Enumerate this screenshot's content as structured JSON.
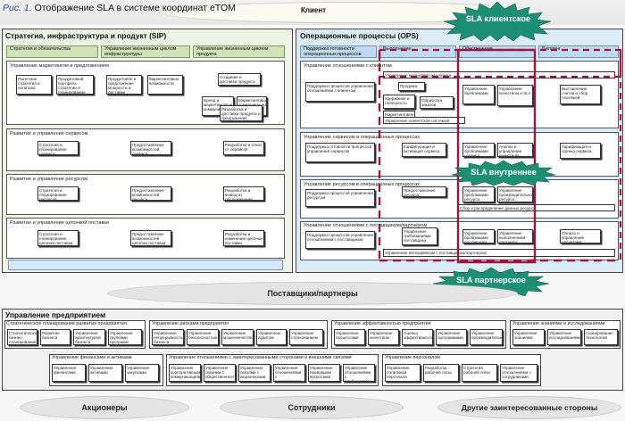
{
  "header": {
    "figure_label": "Рис. 1.",
    "title": "Отображение  SLA в системе координат eTOM",
    "client_label": "Клиент"
  },
  "sla_labels": {
    "client": "SLA клиентское",
    "internal": "SLA внутреннее",
    "partner": "SLA партнерское"
  },
  "sip": {
    "title": "Стратегия, инфраструктура и продукт (SIP)",
    "columns": [
      "Стратегия и обязательства",
      "Управление жизненным циклом инфраструктуры",
      "Управление жизненным циклом продукта"
    ],
    "rows": [
      {
        "label": "Управление маркетингом и предложением",
        "boxes": [
          "Рыночная стратегия и политика",
          "Продуктовый портфель стратегии и планирование",
          "Продуктовое и предложение мощности и доставки",
          "Маркетинговые возможности",
          "Бренд и маркетинговые коммуникации",
          "Маркетинговые коммуникации и продвижение",
          "Разработка и доставка продукта и предложения",
          "Создание и доставка продукта"
        ]
      },
      {
        "label": "Развитие и управление сервисом",
        "boxes": [
          "Стратегия и планирование сервиса",
          "Предоставление возможностей сервиса",
          "Разработка и отказ от сервисов"
        ]
      },
      {
        "label": "Развитие и управление ресурсом",
        "boxes": [
          "Стратегия и планирование ресурсов",
          "Предоставление возможностей ресурса",
          "Разработка и вывод из обслуживания ресурса"
        ]
      },
      {
        "label": "Развитие и управление цепочкой поставки",
        "boxes": [
          "Стратегия и планирование цепочки поставки",
          "Предоставление возможностей цепочки поставки",
          "Разработка и изменение цепочки поставки"
        ]
      }
    ]
  },
  "ops": {
    "title": "Операционные процессы (OPS)",
    "columns": [
      "Поддержка готовности операционных процессов",
      "Выполнение",
      "Обеспечение",
      "Биллинг"
    ],
    "rows": [
      {
        "label": "Управление отношениями с клиентом",
        "boxes": [
          "Управление интерфейсом клиента",
          "Поддержка процессов управления отношениями с клиентом",
          "Продажа",
          "Обработка заказов",
          "Управление проблемами",
          "Управление качеством и SLA",
          "Выставление счетов и сбор платежей",
          "Удержание и лояльность",
          "Маркетинговое выполнение ответов",
          "Управление клиентской системой"
        ]
      },
      {
        "label": "Управление сервисом в операционных процессах",
        "boxes": [
          "Поддержка готовности процессов управления сервисом",
          "Конфигурация и активация сервиса",
          "Управление проблемами сервиса",
          "Анализ и управление качеством сервиса",
          "Тарификация и оценка сервиса"
        ]
      },
      {
        "label": "Управление ресурсом в операционных процессах",
        "boxes": [
          "Поддержка процессов управления ресурсом",
          "Предоставление ресурса",
          "Управление проблемами ресурса",
          "Управление производительностью ресурса",
          "Сбор и распределение данных ресурса"
        ]
      },
      {
        "label": "Управление отношениями с поставщиком/партнером",
        "boxes": [
          "Поддержка процессов управления отношениями с поставщиком",
          "Управление требованиями поставщика",
          "Управление проблемами поставщика",
          "Управление выполнением партнера",
          "Оплата и управление расчетами"
        ]
      }
    ],
    "partner_interface": "Управление интерфейсом с поставщиком/партнером"
  },
  "suppliers_label": "Поставщики/партнеры",
  "enterprise": {
    "title": "Управление предприятием",
    "groups": [
      {
        "title": "Стратегическое планирование развития предприятия",
        "boxes": [
          "Стратегическое бизнес-планирование",
          "Развитие бизнеса",
          "Управление архитектурой бизнеса",
          "Управление группами программ"
        ]
      },
      {
        "title": "Управление рисками предприятия",
        "boxes": [
          "Управление непрерывностью бизнеса",
          "Управление безопасностью",
          "Управление мошенничеством",
          "Управление аудитом",
          "Управление страхованием"
        ]
      },
      {
        "title": "Управление эффективностью предприятия",
        "boxes": [
          "Управление процессами",
          "Управление качеством",
          "Оценка эффективности",
          "Управление программами",
          "Управление производительностью"
        ]
      },
      {
        "title": "Управление знаниями и исследованиями",
        "boxes": [
          "Управление знаниями",
          "Управление исследованиями",
          "Сканирование технологий"
        ]
      },
      {
        "title": "Управление финансами и активами",
        "boxes": [
          "Управление финансами",
          "Управление активами",
          "Управление закупками"
        ]
      },
      {
        "title": "Управление отношениями с заинтересованными сторонами и внешними связями",
        "boxes": [
          "Управление корпоративными коммуникациями",
          "Управление связями с общественностью",
          "Управление связями с акционерами",
          "Управление отношениями с регуляторами",
          "Управление правовыми вопросами",
          "Управление отношениями с сообществом"
        ]
      },
      {
        "title": "Управление персоналом",
        "boxes": [
          "Управление политикой персонала",
          "Разработка рабочей силы",
          "Стратегия рабочей силы",
          "Управление отношениями с сотрудниками"
        ]
      }
    ]
  },
  "bottom": {
    "shareholders": "Акционеры",
    "employees": "Сотрудники",
    "other": "Другие заинтересованные стороны"
  }
}
